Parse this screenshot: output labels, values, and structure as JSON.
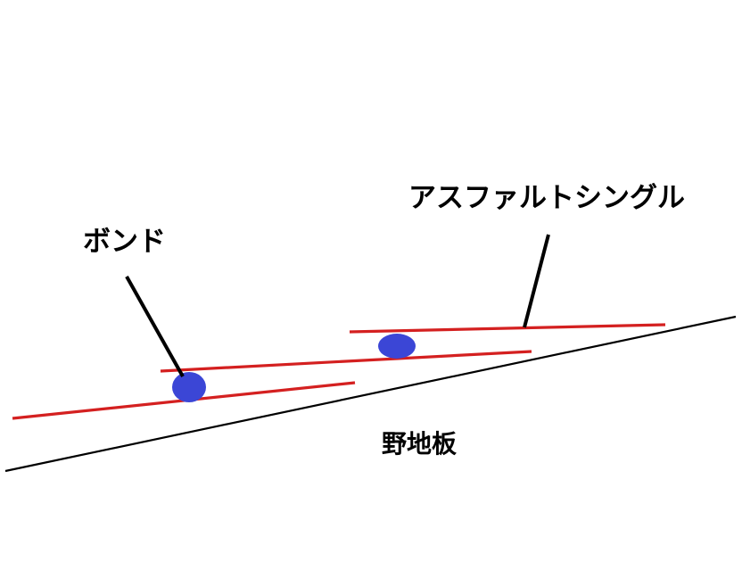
{
  "labels": {
    "shingle": "アスファルトシングル",
    "bond": "ボンド",
    "roof_decking": "野地板"
  },
  "colors": {
    "decking_line": "#000000",
    "shingle_line": "#d42020",
    "bond_dot": "#3b46d6",
    "leader_line": "#000000",
    "background": "#ffffff"
  }
}
